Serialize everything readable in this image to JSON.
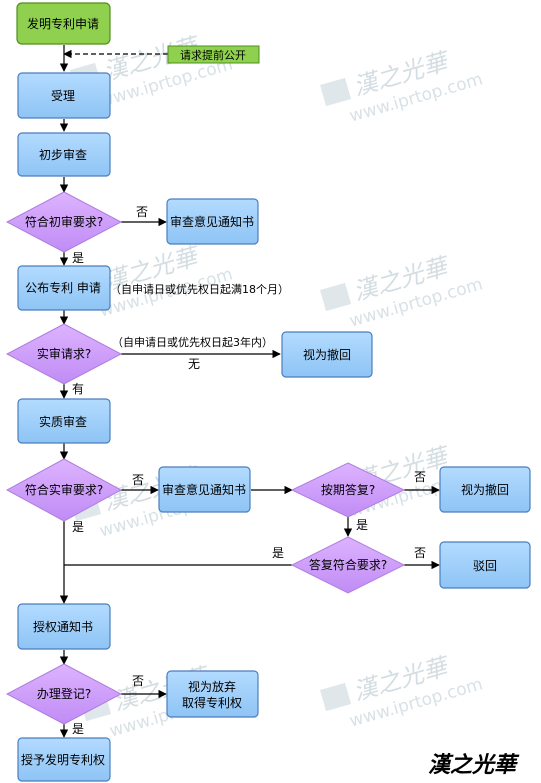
{
  "nodes": {
    "start": "发明专利申请",
    "early_pub": "请求提前公开",
    "accept": "受理",
    "prelim": "初步审查",
    "prelim_ok": "符合初审要求?",
    "opinion1": "审查意见通知书",
    "publish": "公布专利 申请",
    "exam_req": "实审请求?",
    "withdraw1": "视为撤回",
    "subst": "实质审查",
    "subst_ok": "符合实审要求?",
    "opinion2": "审查意见通知书",
    "reply_time": "按期答复?",
    "withdraw2": "视为撤回",
    "reply_ok": "答复符合要求?",
    "reject": "驳回",
    "grant_notice": "授权通知书",
    "register": "办理登记?",
    "abandon": [
      "视为放弃",
      "取得专利权"
    ],
    "grant": "授予发明专利权"
  },
  "edge_labels": {
    "no1": "否",
    "yes1": "是",
    "pub_note": "（自申请日或优先权日起满18个月）",
    "exam_note": "（自申请日或优先权日起3年内）",
    "none": "无",
    "have": "有",
    "no2": "否",
    "yes2": "是",
    "no3": "否",
    "yes3": "是",
    "yes4": "是",
    "no4": "否",
    "no5": "否",
    "yes5": "是"
  },
  "watermark": {
    "brand": "漢之光華",
    "url": "www.iprtop.com"
  },
  "colors": {
    "box_fill": "#99ccff",
    "box_stroke": "#4a7ebf",
    "diamond_fill": "#cc99ff",
    "start_fill": "#8fd14f",
    "start_stroke": "#4f8f1f",
    "line": "#000000"
  }
}
